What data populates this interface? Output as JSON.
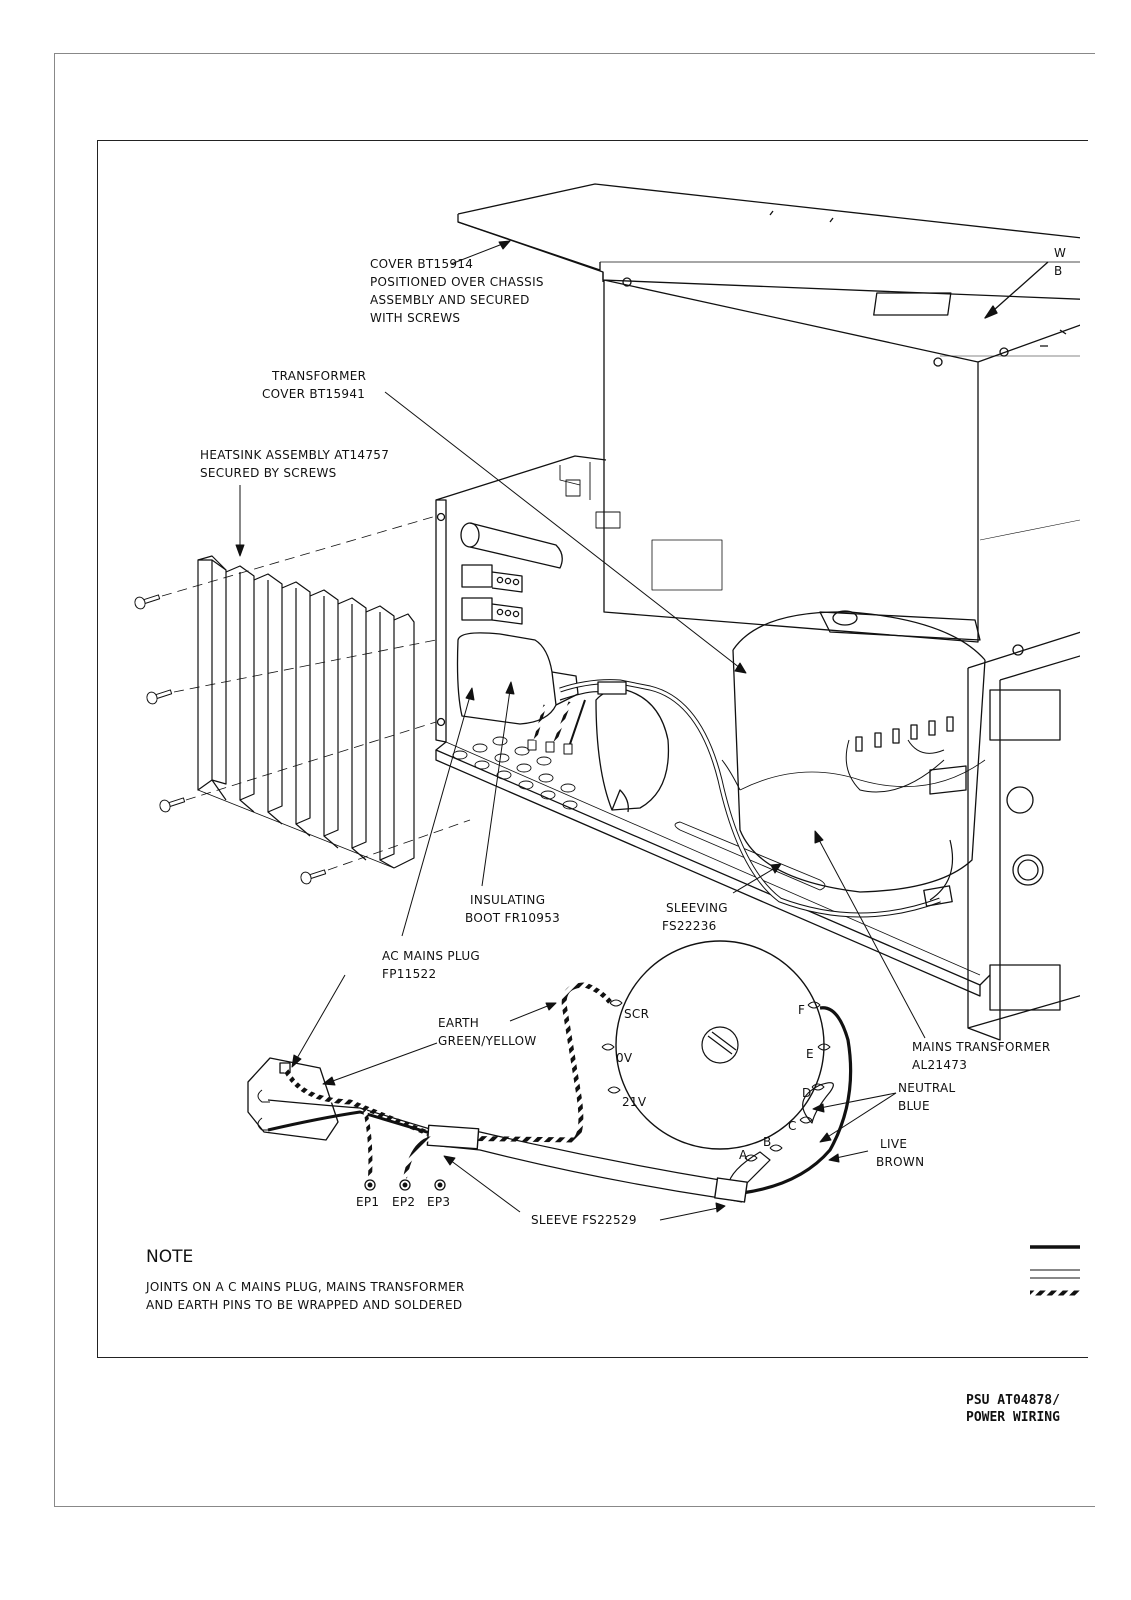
{
  "labels": {
    "cover": [
      "COVER BT15914",
      "POSITIONED OVER CHASSIS",
      "ASSEMBLY AND SECURED",
      "WITH SCREWS"
    ],
    "cover_right": [
      "W",
      "B"
    ],
    "transformer_cover": [
      "TRANSFORMER",
      "COVER BT15941"
    ],
    "heatsink": [
      "HEATSINK ASSEMBLY AT14757",
      "SECURED BY SCREWS"
    ],
    "insulating_boot": [
      "INSULATING",
      "BOOT FR10953"
    ],
    "sleeving": [
      "SLEEVING",
      "FS22236"
    ],
    "ac_plug": [
      "AC MAINS PLUG",
      "FP11522"
    ],
    "earth": [
      "EARTH",
      "GREEN/YELLOW"
    ],
    "mains_transformer": [
      "MAINS TRANSFORMER",
      "AL21473"
    ],
    "neutral": [
      "NEUTRAL",
      "BLUE"
    ],
    "live": [
      "LIVE",
      "BROWN"
    ],
    "sleeve": "SLEEVE FS22529",
    "terminals": {
      "scr": "SCR",
      "zero_v": "0V",
      "v21": "21V",
      "f": "F",
      "e": "E",
      "d": "D",
      "c": "C",
      "b": "B",
      "a": "A"
    },
    "earth_pins": [
      "EP1",
      "EP2",
      "EP3"
    ]
  },
  "note": {
    "title": "NOTE",
    "lines": [
      "JOINTS ON A C MAINS PLUG, MAINS TRANSFORMER",
      "AND EARTH PINS TO BE WRAPPED AND SOLDERED"
    ]
  },
  "footer": {
    "line1": "PSU AT04878/",
    "line2": "POWER WIRING"
  }
}
